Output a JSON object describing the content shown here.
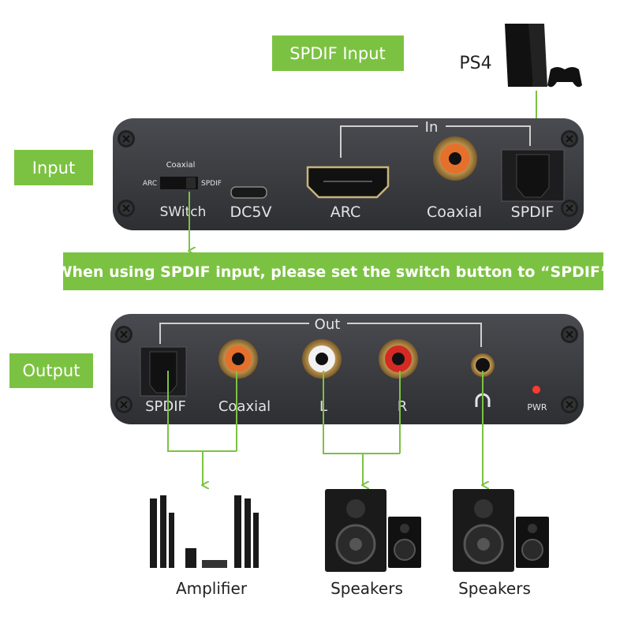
{
  "colors": {
    "accent_green": "#7cc242",
    "device_body": "#3b3c40"
  },
  "top": {
    "spdif_input_label": "SPDIF Input",
    "ps4_label": "PS4"
  },
  "input_device": {
    "section_label": "Input",
    "in_bracket_label": "In",
    "switch_positions": {
      "top": "Coaxial",
      "left": "ARC",
      "right": "SPDIF"
    },
    "switch_label": "SWitch",
    "power_label": "DC5V",
    "arc_label": "ARC",
    "coaxial_label": "Coaxial",
    "spdif_label": "SPDIF"
  },
  "banner": {
    "text": "When using SPDIF input, please set the switch button to “SPDIF”"
  },
  "output_device": {
    "section_label": "Output",
    "out_bracket_label": "Out",
    "spdif_label": "SPDIF",
    "coaxial_label": "Coaxial",
    "left_label": "L",
    "right_label": "R",
    "pwr_label": "PWR"
  },
  "destinations": [
    {
      "label": "Amplifier"
    },
    {
      "label": "Speakers"
    },
    {
      "label": "Speakers"
    }
  ]
}
